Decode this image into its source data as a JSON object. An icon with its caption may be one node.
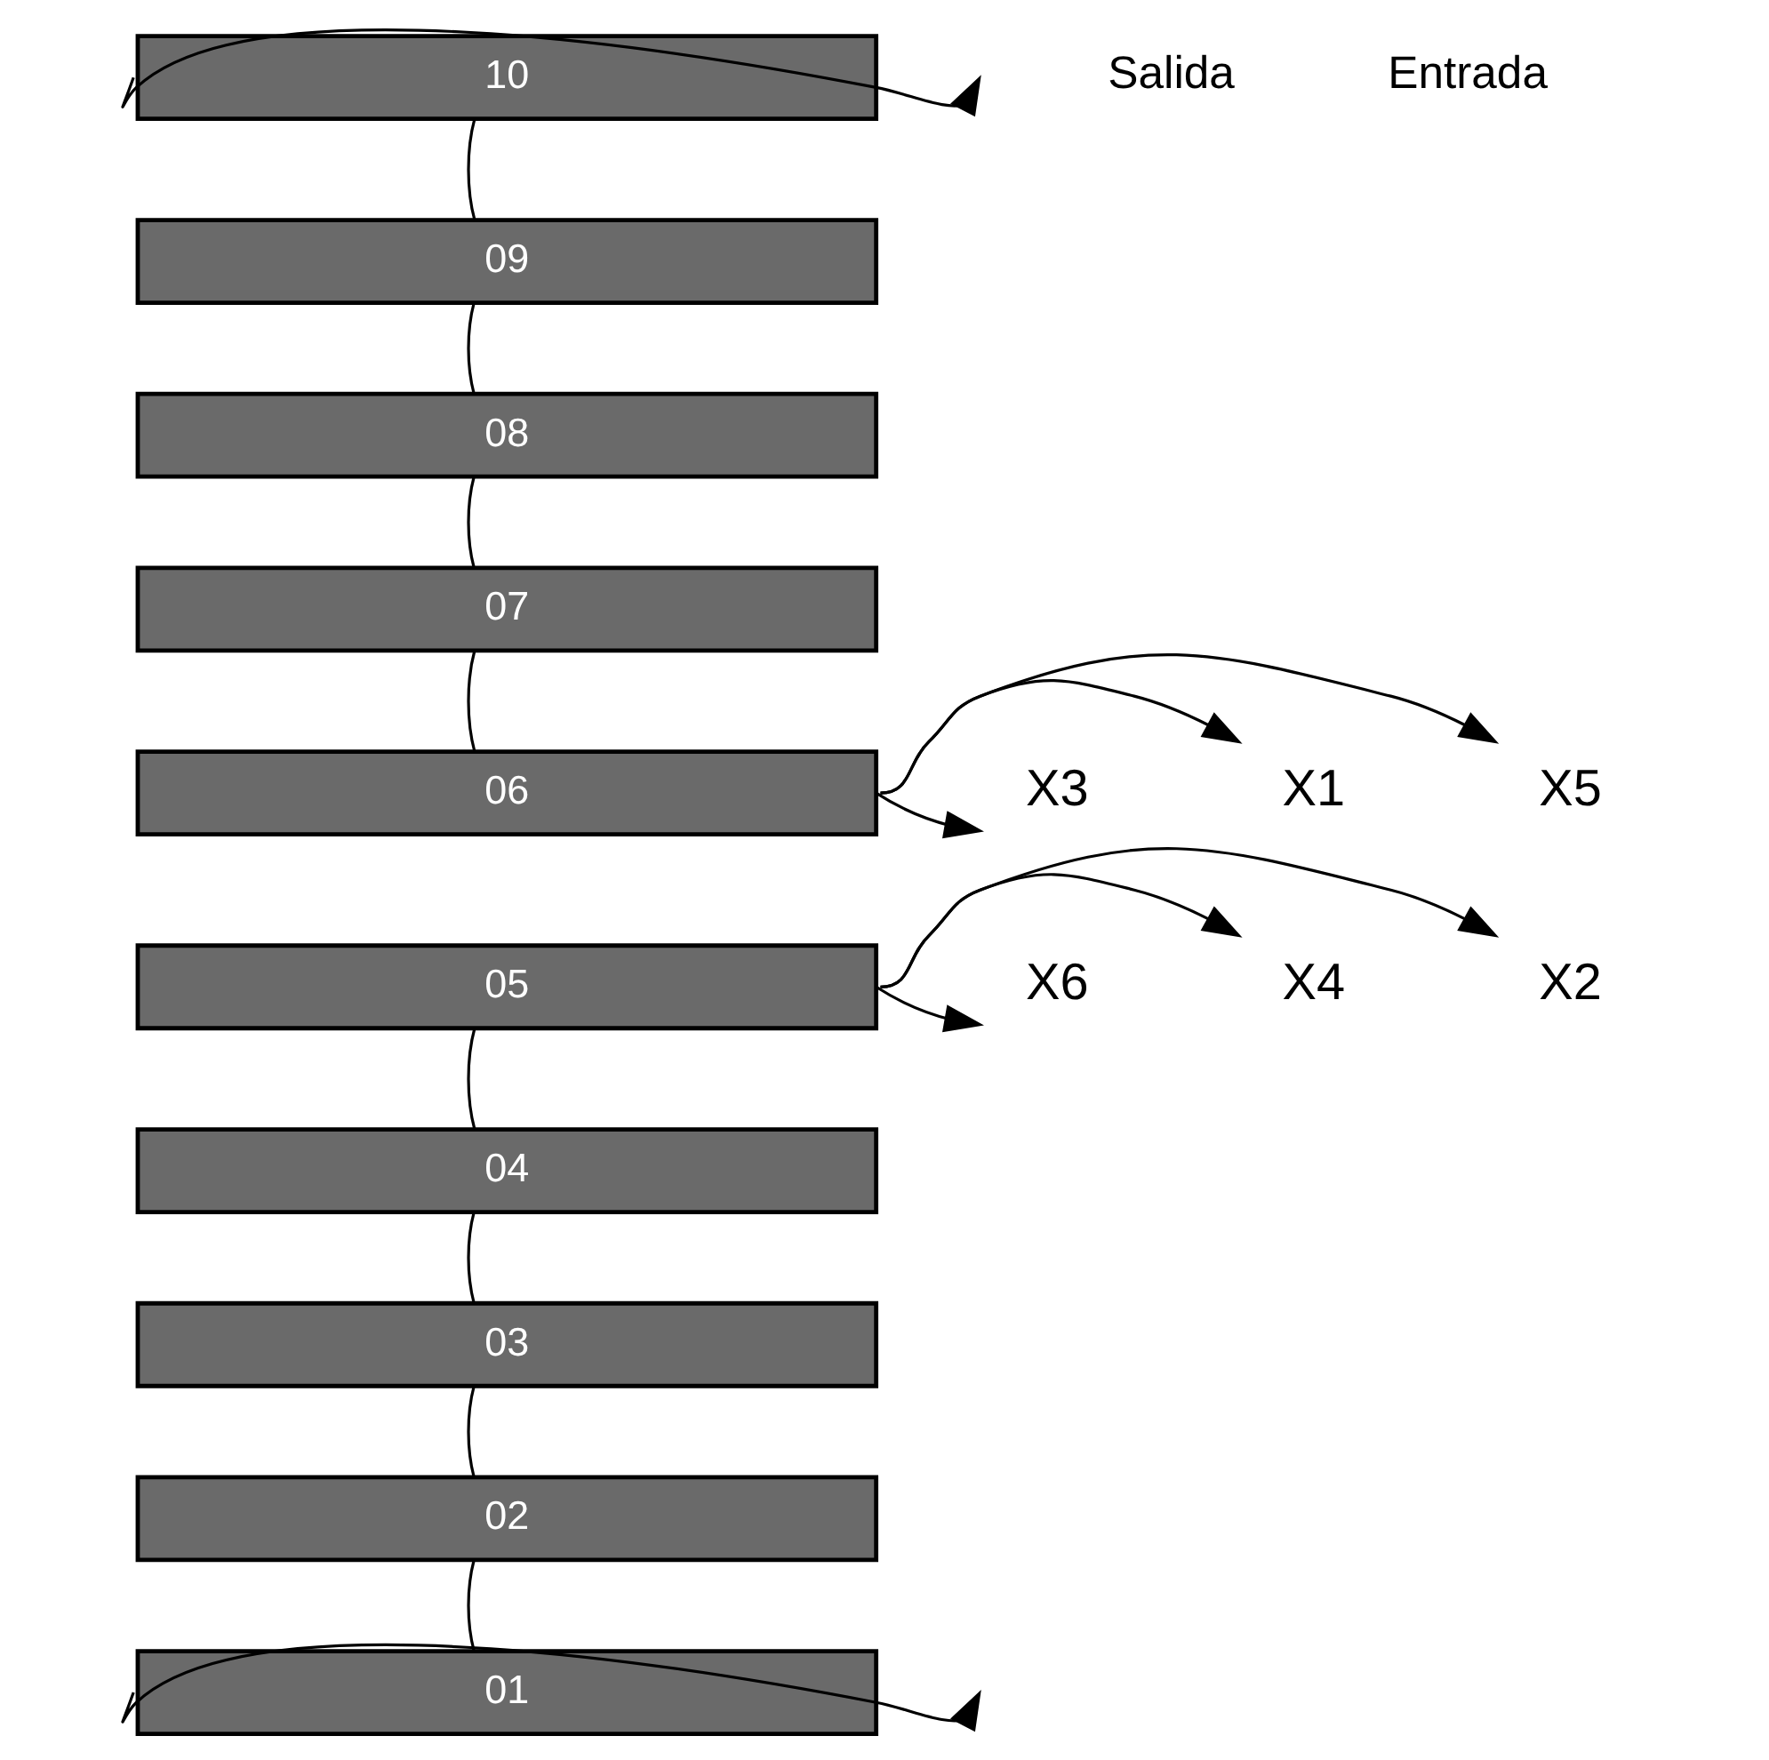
{
  "diagram": {
    "nodes": [
      {
        "text": [
          "10"
        ]
      },
      {
        "text": [
          "09"
        ]
      },
      {
        "text": [
          "08"
        ]
      },
      {
        "text": [
          "07"
        ]
      },
      {
        "text": [
          "06"
        ]
      },
      {
        "text": [
          "05"
        ]
      },
      {
        "text": [
          "04"
        ]
      },
      {
        "text": [
          "03"
        ]
      },
      {
        "text": [
          "02"
        ]
      },
      {
        "text": [
          "01"
        ]
      },
      {
        "text": [
          "X5"
        ]
      },
      {
        "text": [
          "X1"
        ]
      },
      {
        "text": [
          "X3"
        ]
      },
      {
        "text": [
          "X2"
        ]
      },
      {
        "text": [
          "X4"
        ]
      },
      {
        "text": [
          "X6"
        ]
      }
    ],
    "edges": [
      {
        "from": 0,
        "to": null,
        "arrow": "to"
      },
      {
        "from": 0,
        "to": 1,
        "arrow": "none"
      },
      {
        "from": 1,
        "to": 2,
        "arrow": "none"
      },
      {
        "from": 2,
        "to": 3,
        "arrow": "none"
      },
      {
        "from": 3,
        "to": 4,
        "arrow": "none"
      },
      {
        "from": 4,
        "to": 10,
        "arrow": "to"
      },
      {
        "from": 4,
        "to": 11,
        "arrow": "to"
      },
      {
        "from": 4,
        "to": 12,
        "arrow": "to"
      },
      {
        "from": 5,
        "to": 13,
        "arrow": "to"
      },
      {
        "from": 5,
        "to": 14,
        "arrow": "to"
      },
      {
        "from": 5,
        "to": 15,
        "arrow": "to"
      },
      {
        "from": 5,
        "to": 6,
        "arrow": "none"
      },
      {
        "from": 6,
        "to": 7,
        "arrow": "none"
      },
      {
        "from": 7,
        "to": 8,
        "arrow": "none"
      },
      {
        "from": 8,
        "to": 9,
        "arrow": "none"
      },
      {
        "from": 9,
        "to": null,
        "arrow": "to"
      }
    ],
    "labels": [
      "Salida",
      "Entrada"
    ]
  }
}
